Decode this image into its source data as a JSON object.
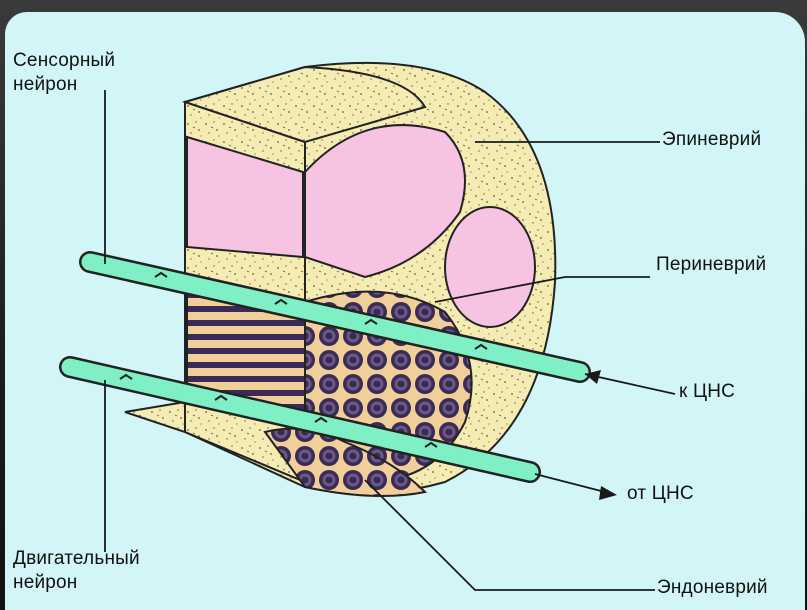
{
  "labels": {
    "sensory_neuron_1": "Сенсорный",
    "sensory_neuron_2": "нейрон",
    "epineurium": "Эпиневрий",
    "perineurium": "Периневрий",
    "to_cns": "к ЦНС",
    "from_cns": "от ЦНС",
    "motor_neuron_1": "Двигательный",
    "motor_neuron_2": "нейрон",
    "endoneurium": "Эндоневрий"
  },
  "colors": {
    "background": "#d2f5f7",
    "epineurium_tissue": "#f4ecb3",
    "fascicle": "#f6c3e3",
    "axon": "#7ff0c5",
    "fiber_dark": "#3a2a55",
    "line": "#1a1a1a"
  }
}
